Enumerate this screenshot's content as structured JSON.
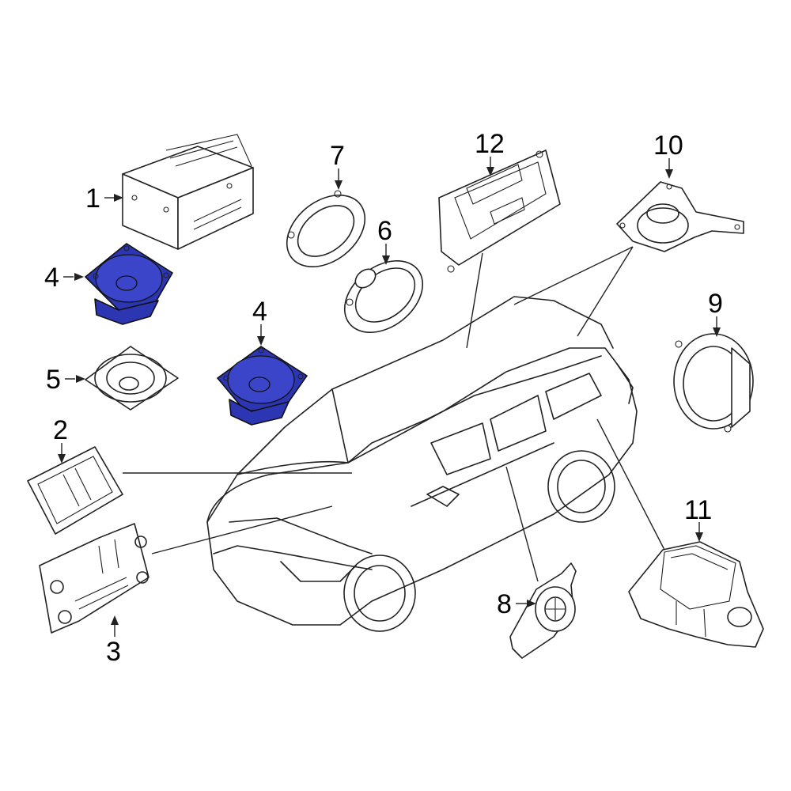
{
  "highlight_color": "#2c36b3",
  "callouts": {
    "c1": "1",
    "c2": "2",
    "c3": "3",
    "c4a": "4",
    "c4b": "4",
    "c5": "5",
    "c6": "6",
    "c7": "7",
    "c8": "8",
    "c9": "9",
    "c10": "10",
    "c11": "11",
    "c12": "12"
  }
}
